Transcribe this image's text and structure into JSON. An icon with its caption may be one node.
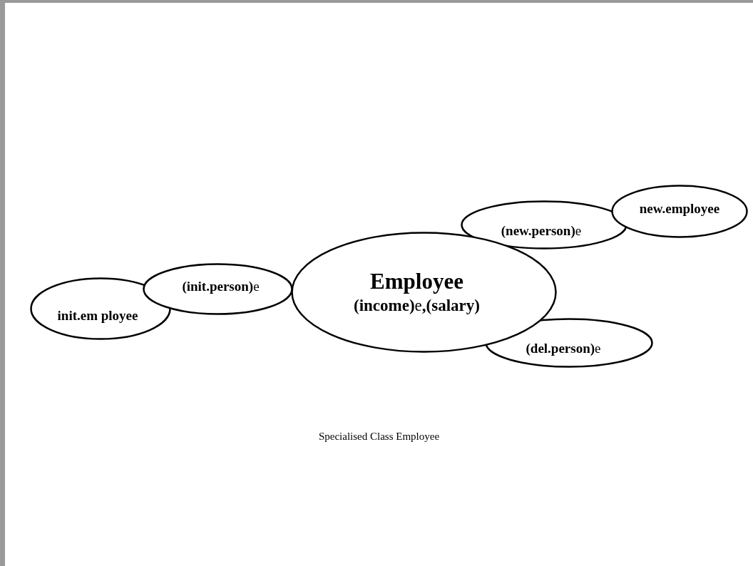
{
  "diagram": {
    "caption": "Specialised Class Employee",
    "nodes": [
      {
        "text": [
          "init.em ployee"
        ]
      },
      {
        "text": [
          "**(init.person)**e"
        ]
      },
      {
        "text": [
          "Employee",
          "**(income)**e**,(salary)**"
        ]
      },
      {
        "text": [
          "**(new.person)**e"
        ]
      },
      {
        "text": [
          "new.employee"
        ]
      },
      {
        "text": [
          "**(del.person)**e"
        ]
      }
    ]
  }
}
